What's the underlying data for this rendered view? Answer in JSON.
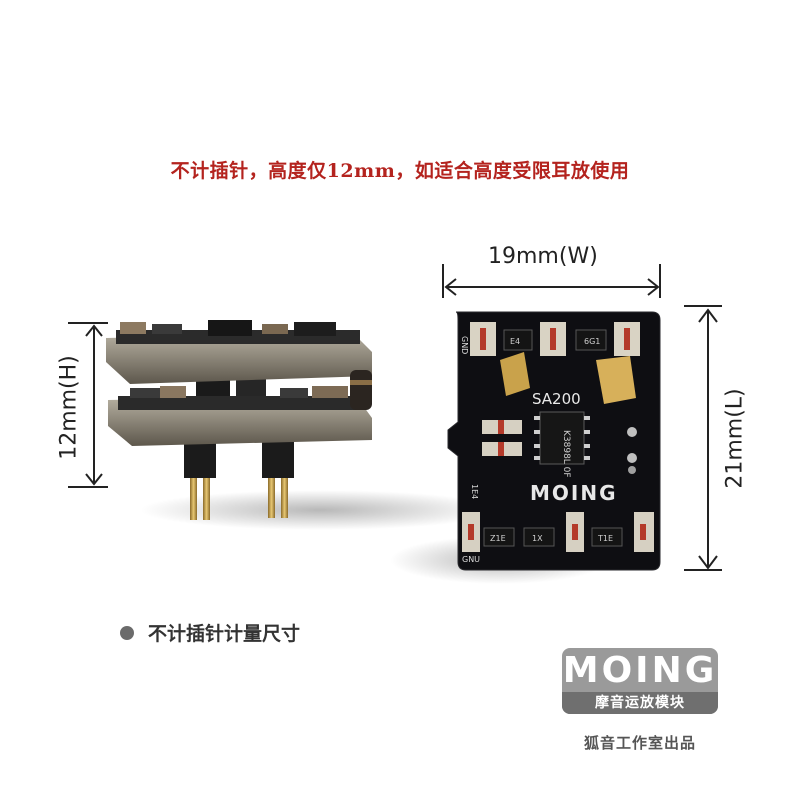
{
  "headline": "不计插针，高度仅12mm，如适合高度受限耳放使用",
  "caption": "不计插针计量尺寸",
  "dimensions": {
    "width_label": "19mm(W)",
    "height_label": "12mm(H)",
    "length_label": "21mm(L)"
  },
  "board": {
    "model": "SA200",
    "brand": "MOING",
    "chip_marking": "K3898L 0F",
    "silkscreen_gnd": "GND",
    "silkscreen_gnd_bottom": "GNU",
    "component_marks": [
      "E4",
      "6G1",
      "1E4",
      "Z1E",
      "1X",
      "T1E"
    ]
  },
  "logo": {
    "mark": "MOING",
    "subtitle": "摩音运放模块",
    "studio": "狐音工作室出品"
  },
  "colors": {
    "headline": "#b4231e",
    "pcb": "#0e0e12",
    "logo_bg": "#9a9a9a"
  }
}
